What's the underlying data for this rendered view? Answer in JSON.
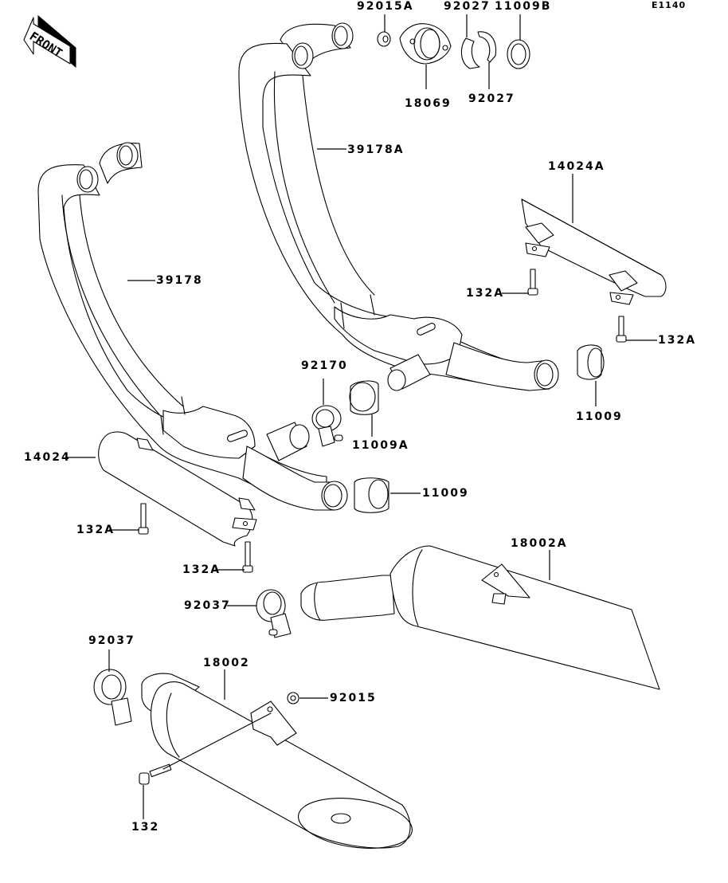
{
  "diagram": {
    "code": "E1140",
    "front_label": "FRONT",
    "parts": {
      "p92015A": "92015A",
      "p92027_top": "92027",
      "p11009B": "11009B",
      "p18069": "18069",
      "p92027_bottom": "92027",
      "p39178A": "39178A",
      "p14024A": "14024A",
      "p132A_right_upper": "132A",
      "p132A_right_lower": "132A",
      "p39178": "39178",
      "p92170": "92170",
      "p11009A": "11009A",
      "p11009_right": "11009",
      "p14024": "14024",
      "p11009_mid": "11009",
      "p132A_left_upper": "132A",
      "p132A_left_lower": "132A",
      "p18002A": "18002A",
      "p92037_upper": "92037",
      "p92037_lower": "92037",
      "p18002": "18002",
      "p92015": "92015",
      "p132": "132"
    }
  }
}
